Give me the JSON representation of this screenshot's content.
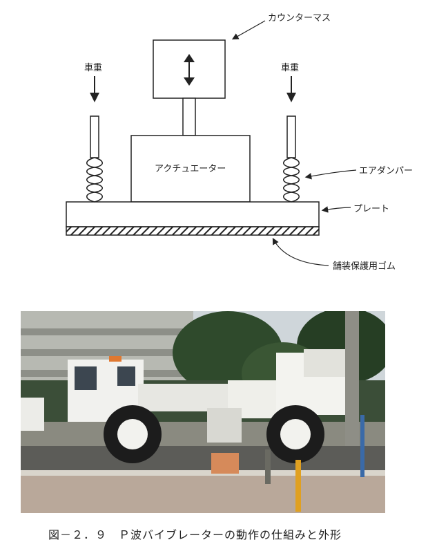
{
  "labels": {
    "counter_mass": "カウンターマス",
    "axle_load_left": "車重",
    "axle_load_right": "車重",
    "actuator": "アクチュエーター",
    "air_damper": "エアダンパー",
    "plate": "プレート",
    "rubber": "舗装保護用ゴム"
  },
  "caption": "図－２．９　Ｐ波バイブレーターの動作の仕組みと外形",
  "colors": {
    "line": "#222222",
    "sky": "#cfd6da",
    "trees": "#2f4a2c",
    "truck": "#f1f1ee",
    "road": "#5c5c58",
    "sidewalk": "#b9a89a",
    "bollard": "#e0a020"
  }
}
